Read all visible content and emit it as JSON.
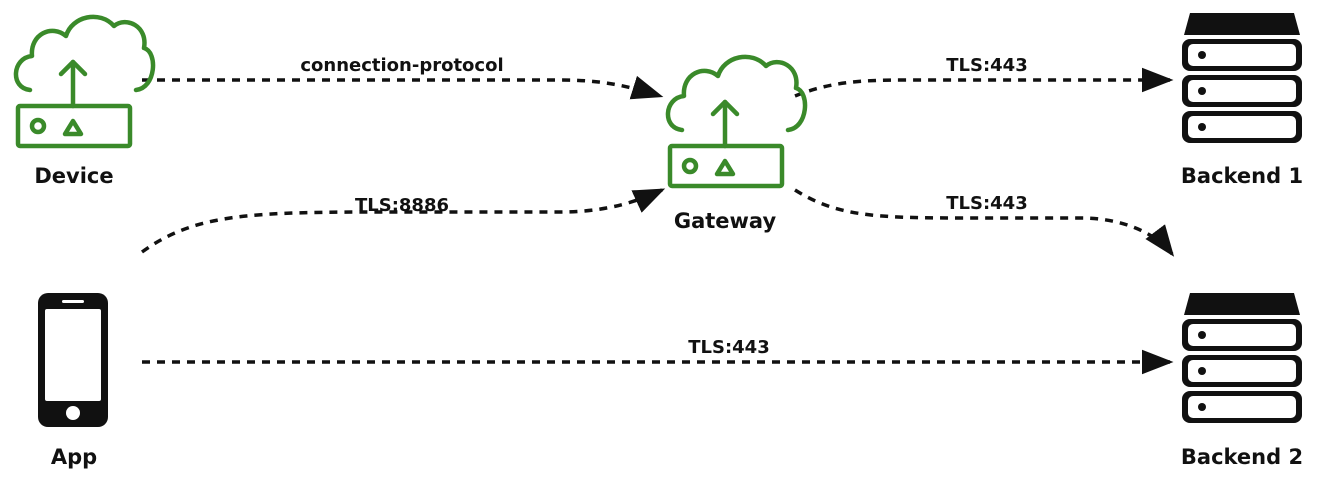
{
  "nodes": {
    "device": {
      "label": "Device",
      "icon": "cloud-gateway-icon"
    },
    "gateway": {
      "label": "Gateway",
      "icon": "cloud-gateway-icon"
    },
    "app": {
      "label": "App",
      "icon": "smartphone-icon"
    },
    "backend1": {
      "label": "Backend 1",
      "icon": "server-icon"
    },
    "backend2": {
      "label": "Backend 2",
      "icon": "server-icon"
    }
  },
  "edges": {
    "device_gateway": {
      "label": "connection-protocol"
    },
    "app_gateway": {
      "label": "TLS:8886"
    },
    "gateway_backend1": {
      "label": "TLS:443"
    },
    "gateway_backend2": {
      "label": "TLS:443"
    },
    "app_backend2": {
      "label": "TLS:443"
    }
  },
  "colors": {
    "icon_green": "#3a8a2a",
    "ink": "#111111"
  }
}
